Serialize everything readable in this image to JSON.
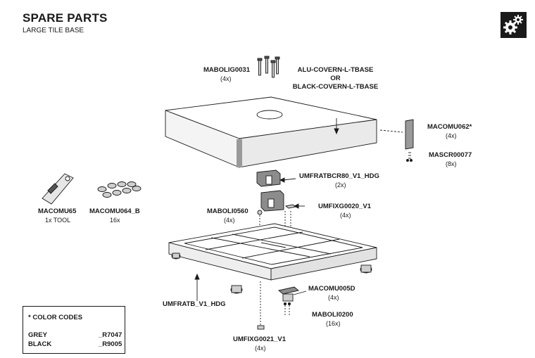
{
  "header": {
    "title": "SPARE PARTS",
    "subtitle": "LARGE TILE BASE"
  },
  "icons": {
    "settings": "gears-icon"
  },
  "parts": {
    "mabolig0031": {
      "code": "MABOLIG0031",
      "qty": "(4x)"
    },
    "cover": {
      "line1": "ALU-COVERN-L-TBASE",
      "line2": "OR",
      "line3": "BLACK-COVERN-L-TBASE"
    },
    "macomu062": {
      "code": "MACOMU062*",
      "qty": "(4x)"
    },
    "mascr00077": {
      "code": "MASCR00077",
      "qty": "(8x)"
    },
    "umfratbcr80": {
      "code": "UMFRATBCR80_V1_HDG",
      "qty": "(2x)"
    },
    "umfixg0020": {
      "code": "UMFIXG0020_V1",
      "qty": "(4x)"
    },
    "maboli0560": {
      "code": "MABOLI0560",
      "qty": "(4x)"
    },
    "macomu65": {
      "code": "MACOMU65",
      "qty": "1x TOOL"
    },
    "macomu064b": {
      "code": "MACOMU064_B",
      "qty": "16x"
    },
    "umfratb": {
      "code": "UMFRATB_V1_HDG"
    },
    "macomu005d": {
      "code": "MACOMU005D",
      "qty": "(4x)"
    },
    "maboli0200": {
      "code": "MABOLI0200",
      "qty": "(16x)"
    },
    "umfixg0021": {
      "code": "UMFIXG0021_V1",
      "qty": "(4x)"
    }
  },
  "legend": {
    "heading": "* COLOR CODES",
    "rows": [
      {
        "name": "GREY",
        "code": "_R7047"
      },
      {
        "name": "BLACK",
        "code": "_R9005"
      }
    ]
  }
}
